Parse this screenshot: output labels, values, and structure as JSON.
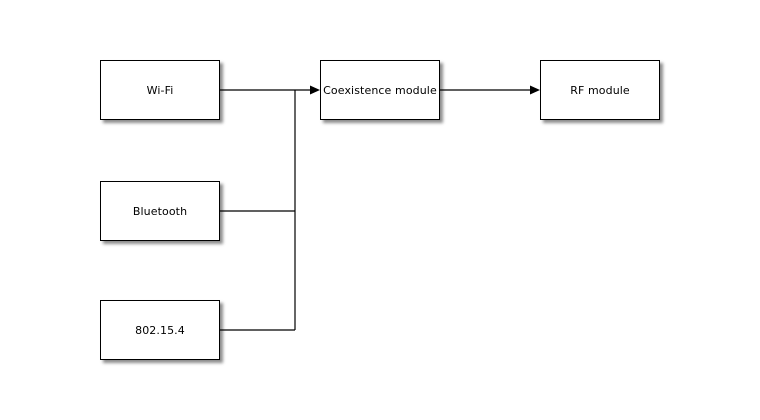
{
  "diagram": {
    "background_color": "#ffffff",
    "node_fill_color": "#ffffff",
    "node_border_color": "#000000",
    "line_color": "#000000",
    "text_color": "#000000",
    "nodes": {
      "wifi": {
        "label": "Wi-Fi"
      },
      "bluetooth": {
        "label": "Bluetooth"
      },
      "zigbee": {
        "label": "802.15.4"
      },
      "coexistence": {
        "label": "Coexistence module"
      },
      "rf": {
        "label": "RF module"
      }
    },
    "edges": [
      {
        "from": "Wi-Fi",
        "to": "Coexistence module",
        "arrowhead": true
      },
      {
        "from": "Bluetooth",
        "to": "Coexistence module",
        "arrowhead": false
      },
      {
        "from": "802.15.4",
        "to": "Coexistence module",
        "arrowhead": false
      },
      {
        "from": "Coexistence module",
        "to": "RF module",
        "arrowhead": true
      }
    ]
  }
}
